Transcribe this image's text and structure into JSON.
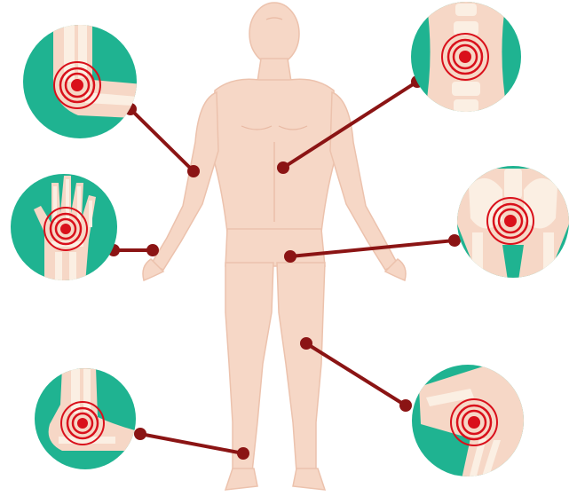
{
  "colors": {
    "background": "#ffffff",
    "skin": "#f6d7c6",
    "skin_shade": "#ecc2ad",
    "teal": "#1fb391",
    "bone": "#fbefe3",
    "pain_red": "#d9101b",
    "connector": "#8b1414"
  },
  "callouts": [
    {
      "id": "elbow",
      "icon": "elbow-joint-icon"
    },
    {
      "id": "hand",
      "icon": "hand-joint-icon"
    },
    {
      "id": "ankle",
      "icon": "ankle-joint-icon"
    },
    {
      "id": "spine",
      "icon": "spine-icon"
    },
    {
      "id": "hip",
      "icon": "hip-joint-icon"
    },
    {
      "id": "knee",
      "icon": "knee-joint-icon"
    }
  ]
}
